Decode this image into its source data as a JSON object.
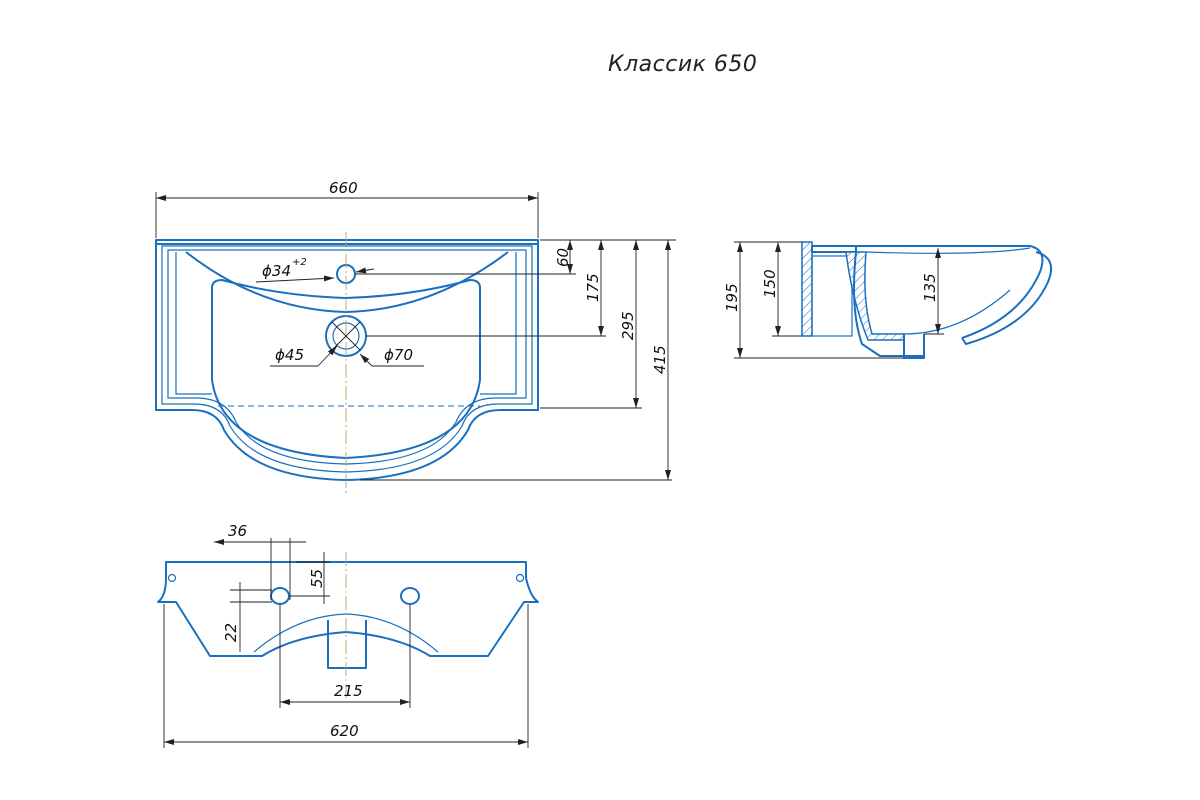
{
  "title": "Классик 650",
  "top_view": {
    "width_label": "660",
    "tap_hole_label": "ϕ34",
    "tap_hole_tolerance": "+2",
    "drain_inner_label": "ϕ45",
    "drain_outer_label": "ϕ70",
    "dim_60": "60",
    "dim_175": "175",
    "dim_295": "295",
    "dim_415": "415"
  },
  "side_view": {
    "dim_195": "195",
    "dim_150": "150",
    "dim_135": "135"
  },
  "front_view": {
    "dim_36": "36",
    "dim_55": "55",
    "dim_22": "22",
    "dim_215": "215",
    "dim_620": "620"
  },
  "colors": {
    "outline": "#1a6fc0",
    "dimension": "#222222",
    "centerline": "#c8a060"
  }
}
